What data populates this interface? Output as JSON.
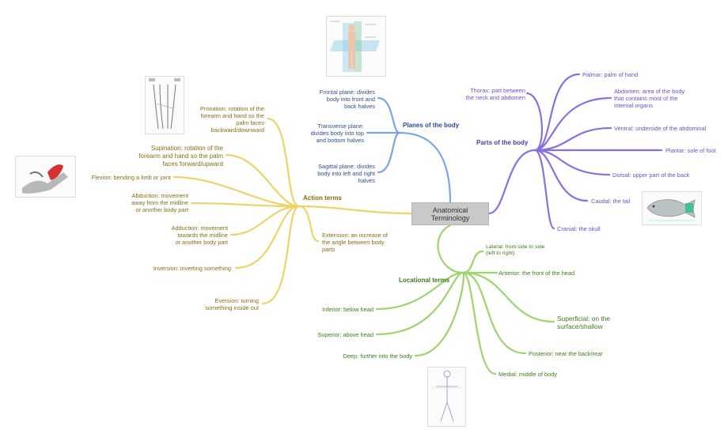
{
  "center": {
    "label": "Anatomical\nTerminology"
  },
  "branches": {
    "parts": "Parts of the body",
    "planes": "Planes of the body",
    "action": "Action terms",
    "locational": "Locational terms"
  },
  "parts_items": [
    "Palmar: palm of hand",
    "Abdomen: area of the body\nthat contains most of the\ninternal organs",
    "Ventral: underside of the abdominal",
    "Plantar: sole of foot",
    "Dorsal: upper part of the back",
    "Caudal: the tail",
    "Cranial: the skull",
    "Thorax: part between\nthe neck and abdomen"
  ],
  "planes_items": [
    "Frontal plane: divides\nbody into front and\nback halves",
    "Transverse plane:\ndivides body into top\nand bottom halves",
    "Sagittal plane: divides\nbody into left and right\nhalves"
  ],
  "action_items": [
    "Pronation: rotation of the\nforearm and hand so the\npalm faces\nbackward/downward",
    "Supination: rotation of the\nforearm and hand so the palm\nfaces forward/upward",
    "Flexion: bending a limb or joint",
    "Abduction: movement\naway from the midline\nor another body part",
    "Adduction: movement\ntowards the midline\nor another body part",
    "Inversion: inverting something",
    "Eversion: turning\nsomething inside out",
    "Extension: an increase of\nthe angle between body\nparts"
  ],
  "locational_items": [
    "Lateral: from side to side\n(left to right)",
    "Anterior: the front of the head",
    "Superficial: on the\nsurface/shallow",
    "Posterior: near the back/rear",
    "Medial: middle of body",
    "Inferior: below head",
    "Superior: above head",
    "Deep: further into the body"
  ],
  "colors": {
    "parts": "#8a6fe0",
    "planes": "#7aa6e0",
    "action": "#ecd46a",
    "locational": "#9ed36e",
    "center_fill": "#c9c9c9"
  },
  "images": [
    "planes-figure",
    "forearm-figure",
    "arm-flexion-figure",
    "fish-figure",
    "body-figure"
  ]
}
